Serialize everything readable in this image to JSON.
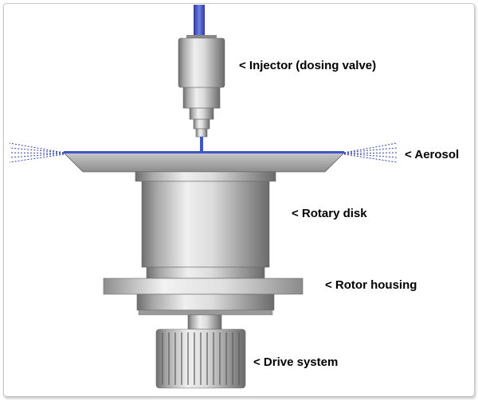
{
  "labels": {
    "injector": "< Injector (dosing valve)",
    "aerosol": "< Aerosol",
    "rotary_disk": "< Rotary disk",
    "rotor_housing": "< Rotor housing",
    "drive_system": "< Drive system"
  },
  "colors": {
    "liquid": "#3f56c6",
    "metal_light": "#e9e9e9",
    "metal_mid": "#b9b9b9",
    "metal_dark": "#6f6f6f",
    "aerosol_spray": "#2d3fa5"
  }
}
